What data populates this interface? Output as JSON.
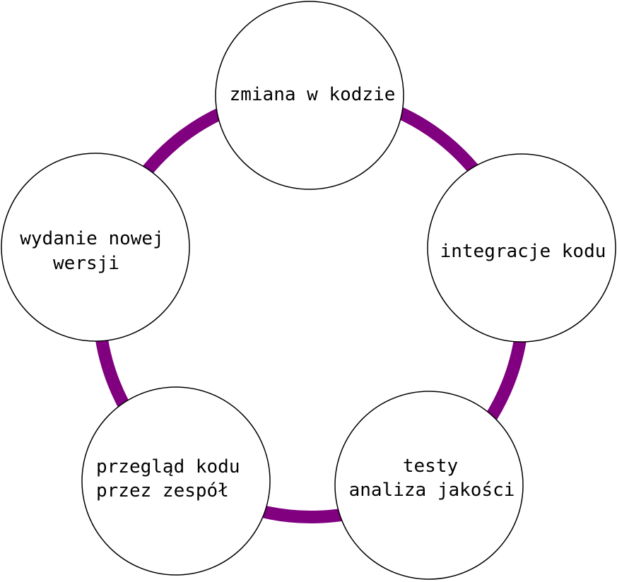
{
  "colors": {
    "ring": "#800080",
    "node_fill": "#ffffff",
    "node_stroke": "#000000",
    "text": "#000000"
  },
  "nodes": [
    {
      "id": "code-change",
      "lines": [
        "zmiana w kodzie"
      ]
    },
    {
      "id": "code-integration",
      "lines": [
        "integracje kodu"
      ]
    },
    {
      "id": "tests",
      "lines": [
        "testy",
        "analiza jakości"
      ]
    },
    {
      "id": "code-review",
      "lines": [
        "przegląd kodu",
        "przez zespół"
      ]
    },
    {
      "id": "release",
      "lines": [
        "wydanie nowej",
        "wersji"
      ]
    }
  ]
}
